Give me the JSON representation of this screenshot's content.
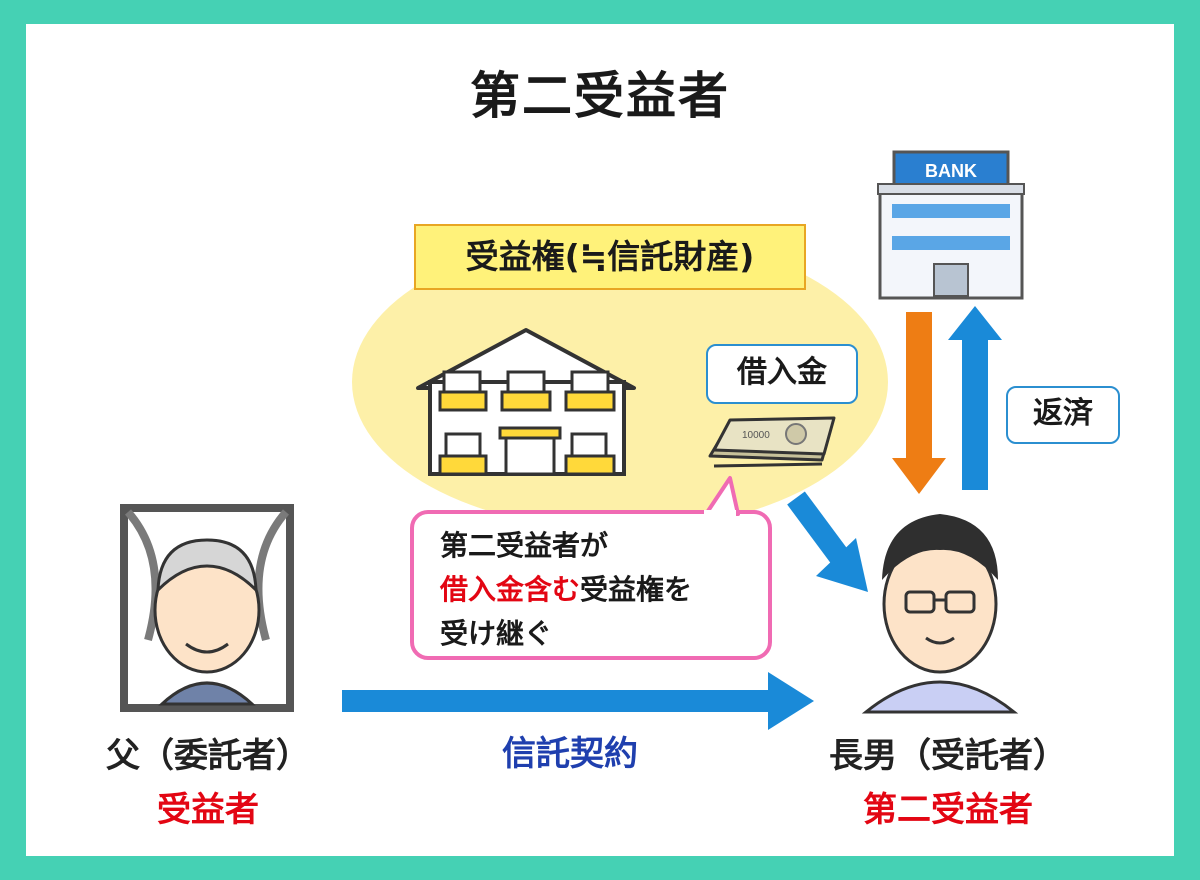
{
  "title": "第二受益者",
  "rights_label": "受益権(≒信託財産)",
  "loan_label": "借入金",
  "repay_label": "返済",
  "bank_sign": "BANK",
  "banknote_text": "10000",
  "bubble": {
    "line1": "第二受益者が",
    "line2_red": "借入金含む",
    "line2_rest": "受益権を",
    "line3": "受け継ぐ"
  },
  "father": {
    "name": "父（委託者）",
    "role": "受益者"
  },
  "son": {
    "name": "長男（受託者）",
    "role": "第二受益者"
  },
  "contract_label": "信託契約",
  "colors": {
    "frame": "#45d1b4",
    "orange_arrow": "#ee7d14",
    "blue_arrow": "#1a8ad8",
    "rights_fill": "#fff27a",
    "ellipse": "#fdf0a8",
    "bubble_border": "#f06bb3",
    "red_text": "#e30613",
    "contract_text": "#1f3fae"
  }
}
